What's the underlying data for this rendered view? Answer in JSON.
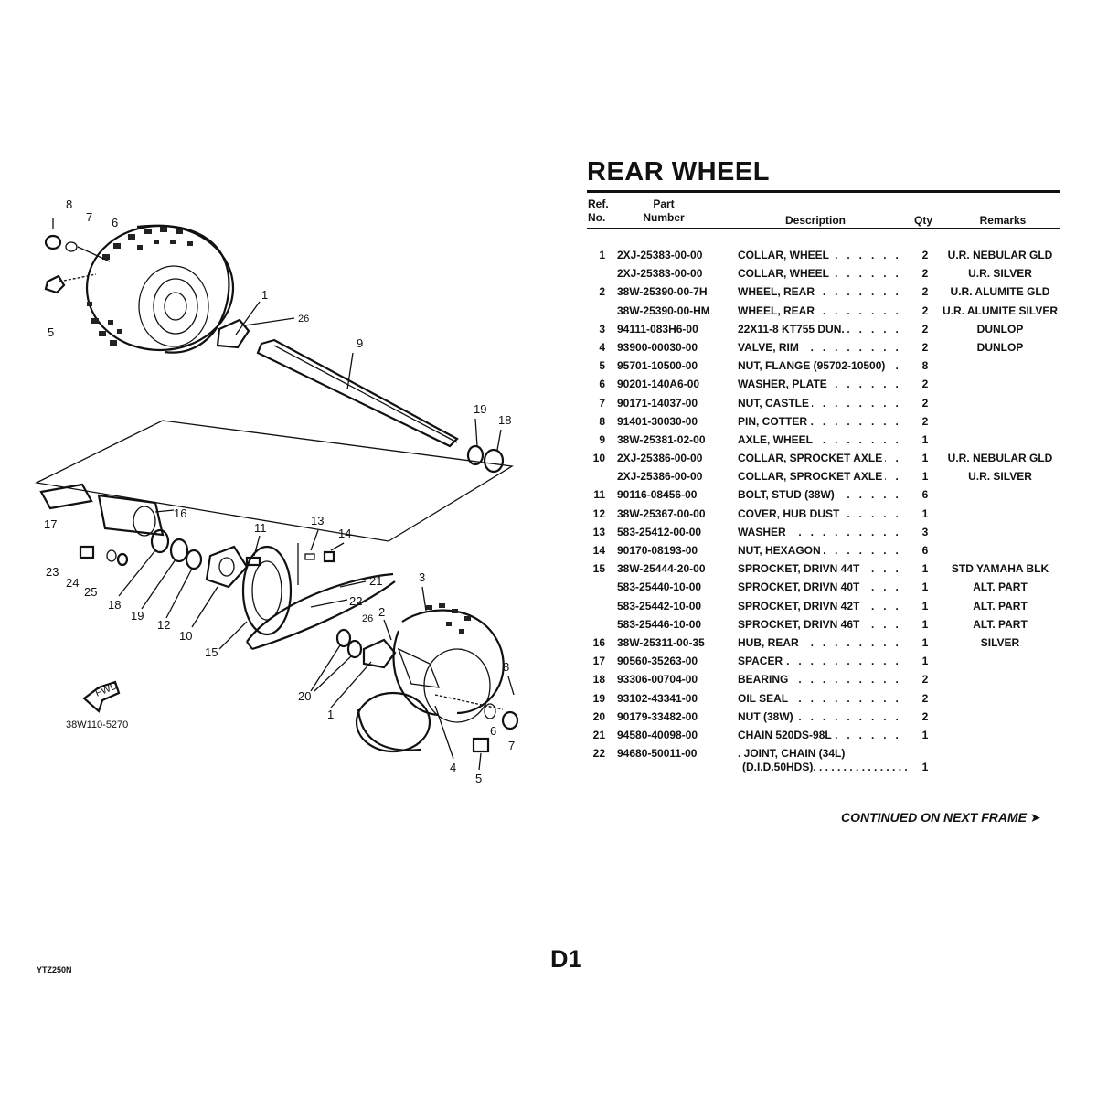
{
  "title": "REAR WHEEL",
  "header": {
    "ref": "Ref.",
    "no": "No.",
    "part": "Part",
    "number": "Number",
    "description": "Description",
    "qty": "Qty",
    "remarks": "Remarks"
  },
  "rows": [
    {
      "ref": "1",
      "part": "2XJ-25383-00-00",
      "desc": "COLLAR, WHEEL",
      "qty": "2",
      "remarks": "U.R. NEBULAR GLD"
    },
    {
      "ref": "",
      "part": "2XJ-25383-00-00",
      "desc": "COLLAR, WHEEL",
      "qty": "2",
      "remarks": "U.R. SILVER"
    },
    {
      "ref": "2",
      "part": "38W-25390-00-7H",
      "desc": "WHEEL, REAR",
      "qty": "2",
      "remarks": "U.R. ALUMITE GLD"
    },
    {
      "ref": "",
      "part": "38W-25390-00-HM",
      "desc": "WHEEL, REAR",
      "qty": "2",
      "remarks": "U.R. ALUMITE SILVER"
    },
    {
      "ref": "3",
      "part": "94111-083H6-00",
      "desc": "22X11-8 KT755 DUN.",
      "qty": "2",
      "remarks": "DUNLOP"
    },
    {
      "ref": "4",
      "part": "93900-00030-00",
      "desc": "VALVE, RIM",
      "qty": "2",
      "remarks": "DUNLOP"
    },
    {
      "ref": "5",
      "part": "95701-10500-00",
      "desc": "NUT, FLANGE (95702-10500)",
      "qty": "8",
      "remarks": ""
    },
    {
      "ref": "6",
      "part": "90201-140A6-00",
      "desc": "WASHER, PLATE",
      "qty": "2",
      "remarks": ""
    },
    {
      "ref": "7",
      "part": "90171-14037-00",
      "desc": "NUT, CASTLE",
      "qty": "2",
      "remarks": ""
    },
    {
      "ref": "8",
      "part": "91401-30030-00",
      "desc": "PIN, COTTER",
      "qty": "2",
      "remarks": ""
    },
    {
      "ref": "9",
      "part": "38W-25381-02-00",
      "desc": "AXLE, WHEEL",
      "qty": "1",
      "remarks": ""
    },
    {
      "ref": "10",
      "part": "2XJ-25386-00-00",
      "desc": "COLLAR, SPROCKET AXLE",
      "qty": "1",
      "remarks": "U.R. NEBULAR GLD"
    },
    {
      "ref": "",
      "part": "2XJ-25386-00-00",
      "desc": "COLLAR, SPROCKET AXLE",
      "qty": "1",
      "remarks": "U.R. SILVER"
    },
    {
      "ref": "11",
      "part": "90116-08456-00",
      "desc": "BOLT, STUD (38W)",
      "qty": "6",
      "remarks": ""
    },
    {
      "ref": "12",
      "part": "38W-25367-00-00",
      "desc": "COVER, HUB DUST",
      "qty": "1",
      "remarks": ""
    },
    {
      "ref": "13",
      "part": "583-25412-00-00",
      "desc": "WASHER",
      "qty": "3",
      "remarks": ""
    },
    {
      "ref": "14",
      "part": "90170-08193-00",
      "desc": "NUT, HEXAGON",
      "qty": "6",
      "remarks": ""
    },
    {
      "ref": "15",
      "part": "38W-25444-20-00",
      "desc": "SPROCKET, DRIVN 44T",
      "qty": "1",
      "remarks": "STD YAMAHA BLK"
    },
    {
      "ref": "",
      "part": "583-25440-10-00",
      "desc": "SPROCKET, DRIVN 40T",
      "qty": "1",
      "remarks": "ALT. PART"
    },
    {
      "ref": "",
      "part": "583-25442-10-00",
      "desc": "SPROCKET, DRIVN 42T",
      "qty": "1",
      "remarks": "ALT. PART"
    },
    {
      "ref": "",
      "part": "583-25446-10-00",
      "desc": "SPROCKET, DRIVN 46T",
      "qty": "1",
      "remarks": "ALT. PART"
    },
    {
      "ref": "16",
      "part": "38W-25311-00-35",
      "desc": "HUB, REAR",
      "qty": "1",
      "remarks": "SILVER"
    },
    {
      "ref": "17",
      "part": "90560-35263-00",
      "desc": "SPACER",
      "qty": "1",
      "remarks": ""
    },
    {
      "ref": "18",
      "part": "93306-00704-00",
      "desc": "BEARING",
      "qty": "2",
      "remarks": ""
    },
    {
      "ref": "19",
      "part": "93102-43341-00",
      "desc": "OIL SEAL",
      "qty": "2",
      "remarks": ""
    },
    {
      "ref": "20",
      "part": "90179-33482-00",
      "desc": "NUT (38W)",
      "qty": "2",
      "remarks": ""
    },
    {
      "ref": "21",
      "part": "94580-40098-00",
      "desc": "CHAIN 520DS-98L",
      "qty": "1",
      "remarks": ""
    },
    {
      "ref": "22",
      "part": "94680-50011-00",
      "desc": ". JOINT, CHAIN (34L)",
      "desc2": "(D.I.D.50HDS)",
      "qty": "1",
      "remarks": ""
    }
  ],
  "continued": "CONTINUED ON NEXT FRAME ➤",
  "page_number": "D1",
  "model_code": "YTZ250N",
  "diagram": {
    "code": "38W110-5270",
    "fwd": "FWD",
    "callouts": [
      "1",
      "2",
      "3",
      "4",
      "5",
      "6",
      "7",
      "8",
      "9",
      "10",
      "11",
      "12",
      "13",
      "14",
      "15",
      "16",
      "17",
      "18",
      "19",
      "20",
      "21",
      "22",
      "23",
      "24",
      "25",
      "26"
    ]
  }
}
